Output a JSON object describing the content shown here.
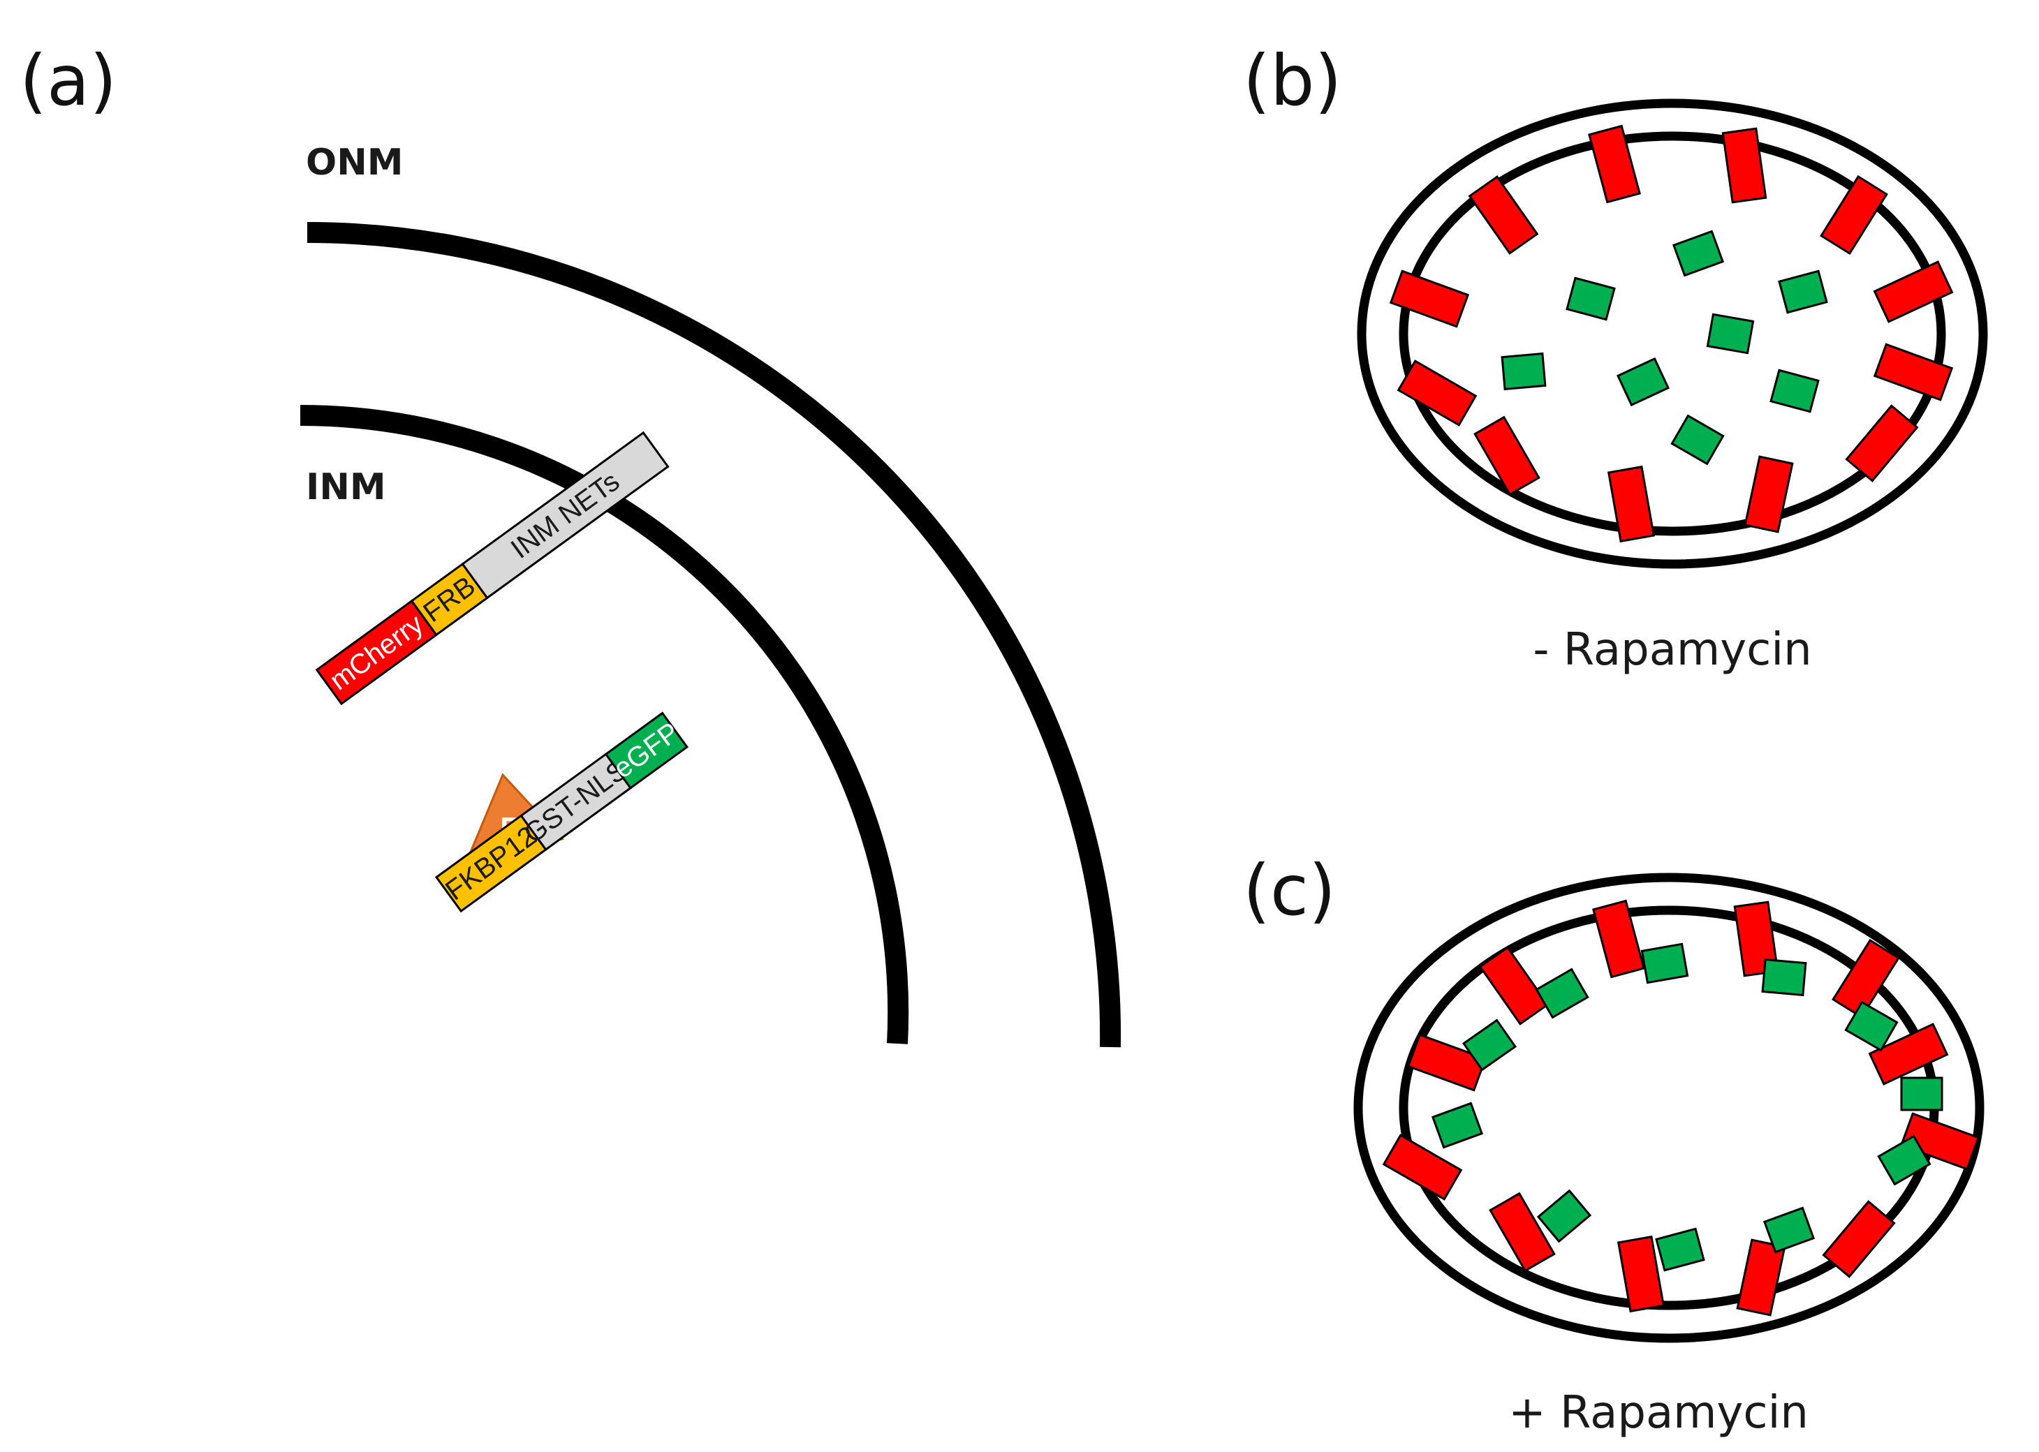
{
  "panels": {
    "a": "(a)",
    "b": "(b)",
    "c": "(c)"
  },
  "membranes": {
    "outer": "ONM",
    "inner": "INM"
  },
  "constructs": {
    "anchor": {
      "mcherry": "mCherry",
      "frb": "FRB",
      "net": "INM NETs"
    },
    "reporter": {
      "fkbp": "FKBP12",
      "gst": "GST-NLS",
      "egfp": "eGFP"
    },
    "drug": "R"
  },
  "conditions": {
    "minus": "- Rapamycin",
    "plus": "+ Rapamycin"
  },
  "colors": {
    "membrane": "#000000",
    "mcherry": "#ff0000",
    "frb": "#ffc000",
    "net": "#d9d9d9",
    "egfp": "#00b050",
    "fkbp": "#ffc000",
    "gst": "#d9d9d9",
    "rapamycin": "#ed7d31"
  }
}
